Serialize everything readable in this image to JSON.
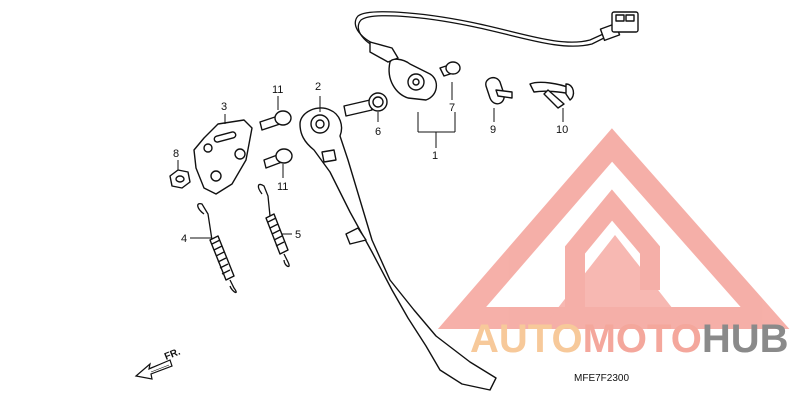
{
  "diagram": {
    "callouts": {
      "c1": "1",
      "c2": "2",
      "c3": "3",
      "c4": "4",
      "c5": "5",
      "c6": "6",
      "c7": "7",
      "c8": "8",
      "c9": "9",
      "c10": "10",
      "c11a": "11",
      "c11b": "11"
    },
    "diagram_code": "MFE7F2300",
    "direction_label": "FR."
  },
  "watermark": {
    "word_part1": "AUTO",
    "word_part2": "MOTO",
    "word_part3": "HUB",
    "colors": {
      "auto": "#f7c99a",
      "moto": "#f4a79c",
      "hub": "#8a8a8a",
      "logo": "#f4a29a"
    }
  }
}
